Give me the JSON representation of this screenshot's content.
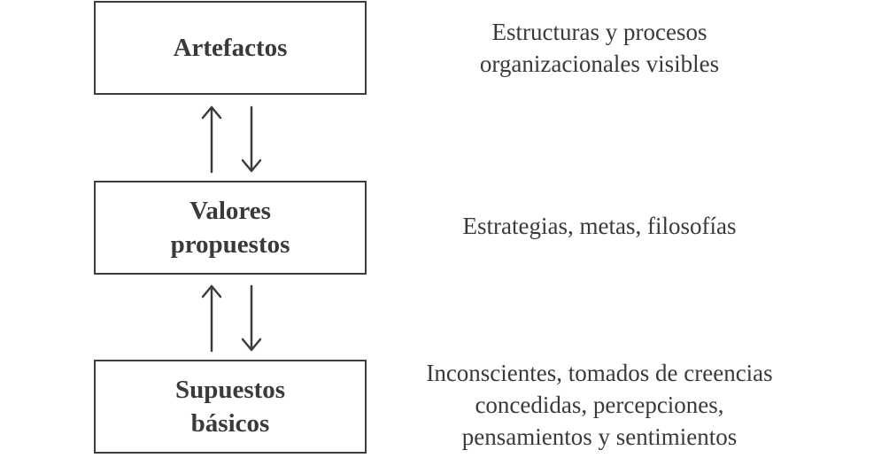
{
  "levels": [
    {
      "title": "Artefactos",
      "description": "Estructuras y procesos\norganizacionales visibles"
    },
    {
      "title": "Valores\npropuestos",
      "description": "Estrategias, metas, filosofías"
    },
    {
      "title": "Supuestos\nbásicos",
      "description": "Inconscientes, tomados de creencias\nconcedidas, percepciones,\npensamientos y sentimientos"
    }
  ],
  "colors": {
    "line": "#3d3d3d",
    "text": "#3a3a3a"
  }
}
